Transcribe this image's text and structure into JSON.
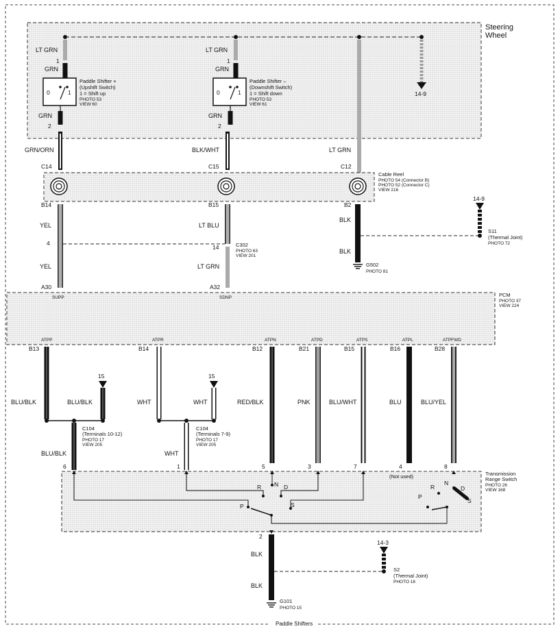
{
  "footer": {
    "title": "Paddle Shifters"
  },
  "steering_wheel": {
    "label_line1": "Steering",
    "label_line2": "Wheel",
    "ref": "14-9",
    "paddle_up": {
      "name": "Paddle Shifter +",
      "sub": "(Upshift Switch)",
      "note": "1 = Shift up",
      "photo": "PHOTO 53",
      "view": "VIEW 60",
      "pos0": "0",
      "pos1": "1",
      "wire_top": "LT GRN",
      "pin_top": "1",
      "wire_mid": "GRN",
      "wire_bottom": "GRN",
      "pin_bottom": "2"
    },
    "paddle_down": {
      "name": "Paddle Shifter –",
      "sub": "(Downshift Switch)",
      "note": "1 = Shift down",
      "photo": "PHOTO 53",
      "view": "VIEW 61",
      "pos0": "0",
      "pos1": "1",
      "wire_top": "LT GRN",
      "pin_top": "1",
      "wire_mid": "GRN",
      "wire_bottom": "GRN",
      "pin_bottom": "2"
    }
  },
  "cable_reel": {
    "name": "Cable Reel",
    "line1": "PHOTO 54 (Connector B)",
    "line2": "PHOTO 52 (Connector C)",
    "line3": "VIEW 216",
    "wire1": "GRN/ORN",
    "wire2": "BLK/WHT",
    "wire3": "LT GRN",
    "pin_c14": "C14",
    "pin_c15": "C15",
    "pin_c12": "C12",
    "pin_b14": "B14",
    "pin_b15": "B15",
    "pin_b2": "B2"
  },
  "mid": {
    "yel1": "YEL",
    "yel2": "YEL",
    "ltblu": "LT BLU",
    "ltgrn": "LT GRN",
    "pin4": "4",
    "pin14": "14",
    "c302": "C302",
    "c302_photo": "PHOTO 63",
    "c302_view": "VIEW 201",
    "blk1": "BLK",
    "blk2": "BLK",
    "g502": "G502",
    "g502_photo": "PHOTO 81",
    "s11_ref": "14-9",
    "s11": "S11",
    "s11_sub": "(Thermal Joint)",
    "s11_photo": "PHOTO 72",
    "a30": "A30",
    "a32": "A32"
  },
  "pcm": {
    "name": "PCM",
    "photo": "PHOTO 37",
    "view": "VIEW 224",
    "supp": "SUPP",
    "sdnp": "SDNP",
    "terms": [
      "ATPP",
      "ATPR",
      "ATPN",
      "ATPD",
      "ATPS",
      "ATPL",
      "ATPFWD"
    ],
    "pins": [
      "B13",
      "B14",
      "B12",
      "B21",
      "B15",
      "B16",
      "B28"
    ]
  },
  "lower": {
    "wires": [
      "BLU/BLK",
      "WHT",
      "RED/BLK",
      "PNK",
      "BLU/WHT",
      "BLU",
      "BLU/YEL"
    ],
    "branch1": "BLU/BLK",
    "branch2": "WHT",
    "ref15a": "15",
    "ref15b": "15",
    "c104a": "C104",
    "c104a_sub": "(Terminals 10-12)",
    "c104a_photo": "PHOTO 17",
    "c104a_view": "VIEW 205",
    "c104b": "C104",
    "c104b_sub": "(Terminals 7-9)",
    "c104b_photo": "PHOTO 17",
    "c104b_view": "VIEW 205",
    "below1": "BLU/BLK",
    "below2": "WHT"
  },
  "trs": {
    "name1": "Transmission",
    "name2": "Range Switch",
    "photo": "PHOTO 26",
    "view": "VIEW 168",
    "not_used": "(Not used)",
    "pins": [
      "6",
      "1",
      "5",
      "3",
      "7",
      "4",
      "8"
    ],
    "pin_bottom": "2",
    "left_r": "R",
    "left_n": "N",
    "left_d": "D",
    "left_p": "P",
    "left_s": "S",
    "right_p": "P",
    "right_r": "R",
    "right_n": "N",
    "right_d": "D",
    "right_s": "S"
  },
  "ground": {
    "blk1": "BLK",
    "blk2": "BLK",
    "ref": "14-3",
    "s2": "S2",
    "s2_sub": "(Thermal Joint)",
    "s2_photo": "PHOTO 16",
    "g101": "G101",
    "g101_photo": "PHOTO 15"
  }
}
